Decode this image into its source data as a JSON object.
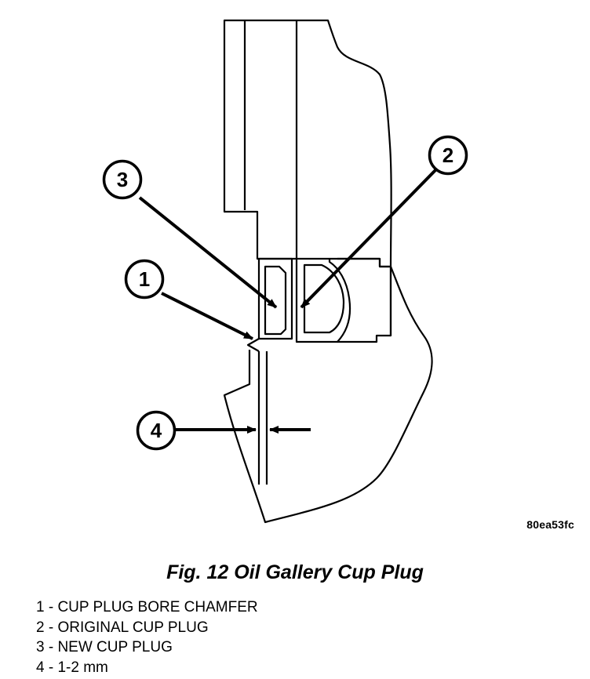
{
  "figure": {
    "reference_code": "80ea53fc",
    "title": "Fig. 12 Oil Gallery Cup Plug"
  },
  "callouts": [
    {
      "number": "1",
      "label": "CUP PLUG BORE CHAMFER"
    },
    {
      "number": "2",
      "label": "ORIGINAL CUP PLUG"
    },
    {
      "number": "3",
      "label": "NEW CUP PLUG"
    },
    {
      "number": "4",
      "label": "1-2 mm"
    }
  ],
  "legend": {
    "items": [
      "1 - CUP PLUG BORE CHAMFER",
      "2 - ORIGINAL CUP PLUG",
      "3 - NEW CUP PLUG",
      "4 - 1-2 mm"
    ]
  },
  "colors": {
    "ink": "#000000",
    "background": "#ffffff"
  }
}
